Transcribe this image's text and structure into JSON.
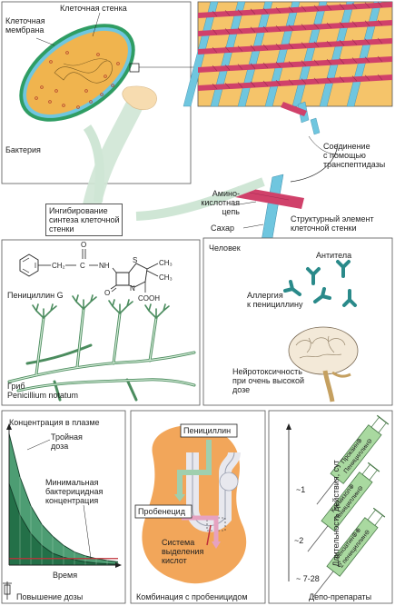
{
  "bacteria": {
    "wall_label": "Клеточная стенка",
    "membrane_label": "Клеточная\nмембрана",
    "title": "Бактерия",
    "inhibition_label": "Ингибирование\nсинтеза клеточной\nстенки",
    "transpeptidase_label": "Соединение\nс помощью\nтранспептидазы",
    "amino_label": "Амино-\nкислотная\nцепь",
    "sugar_label": "Сахар",
    "structure_label": "Структурный элемент\nклеточной стенки"
  },
  "penicillin": {
    "name": "Пенициллин G",
    "fungus_label": "Гриб\nPenicillium notatum",
    "chem": {
      "o_top": "O",
      "ch2": "CH₂",
      "c": "C",
      "nh": "NH",
      "s": "S",
      "ch3_a": "CH₃",
      "ch3_b": "CH₃",
      "o_ring": "O",
      "n": "N",
      "cooh": "COOH"
    }
  },
  "human": {
    "title": "Человек",
    "antibodies_label": "Антитела",
    "allergy_label": "Аллергия\nк пенициллину",
    "neuro_label": "Нейротоксичность\nпри очень высокой\nдозе"
  },
  "chart": {
    "ylabel": "Концентрация в плазме",
    "triple_dose": "Тройная\nдоза",
    "mbc_label": "Минимальная\nбактерицидная\nконцентрация",
    "xlabel": "Время",
    "footer": "Повышение дозы"
  },
  "chart_data": {
    "type": "area",
    "title": "",
    "xlabel": "Время",
    "ylabel": "Концентрация в плазме",
    "x": [
      0,
      1,
      2,
      3,
      4,
      5,
      6,
      7,
      8,
      9,
      10
    ],
    "series": [
      {
        "name": "Тройная доза",
        "values": [
          1.0,
          0.67,
          0.45,
          0.31,
          0.22,
          0.15,
          0.1,
          0.07,
          0.05,
          0.035,
          0.025
        ]
      },
      {
        "name": "",
        "values": [
          0.62,
          0.38,
          0.24,
          0.15,
          0.09,
          0.06,
          0.04,
          0.025,
          0.015,
          0.01,
          0.006
        ]
      }
    ],
    "threshold": {
      "name": "Минимальная бактерицидная концентрация",
      "value": 0.05
    },
    "ylim": [
      0,
      1.05
    ],
    "grid": false
  },
  "kidney": {
    "penicillin_label": "Пенициллин",
    "probenecid_label": "Пробенецид",
    "system_label": "Система\nвыделения\nкислот",
    "footer": "Комбинация с пробеницидом"
  },
  "depot": {
    "axis_label": "Длительность действия, сут",
    "syringes": [
      {
        "text": "Прокаин⊕\nПенициллин⊖",
        "duration": "~1"
      },
      {
        "text": "Клемизол⊕\nПенициллин⊖",
        "duration": "~2"
      },
      {
        "text": "Бензатин⊕⊕\n2 пенициллин⊖",
        "duration": "~ 7-28"
      }
    ],
    "footer": "Депо-препараты"
  },
  "colors": {
    "panel_border": "#555555",
    "bacterium_fill": "#f0b44e",
    "wall_green": "#2f9d63",
    "wall_blue": "#6fc6df",
    "mesh_bg": "#f5c46a",
    "mesh_pink": "#d0416a",
    "chart_fill": "#2e8c5a",
    "threshold_red": "#c0303a",
    "kidney_orange": "#f2a65a",
    "arrow_green": "#9fcfae",
    "syringe_green": "#a9d9a0"
  }
}
